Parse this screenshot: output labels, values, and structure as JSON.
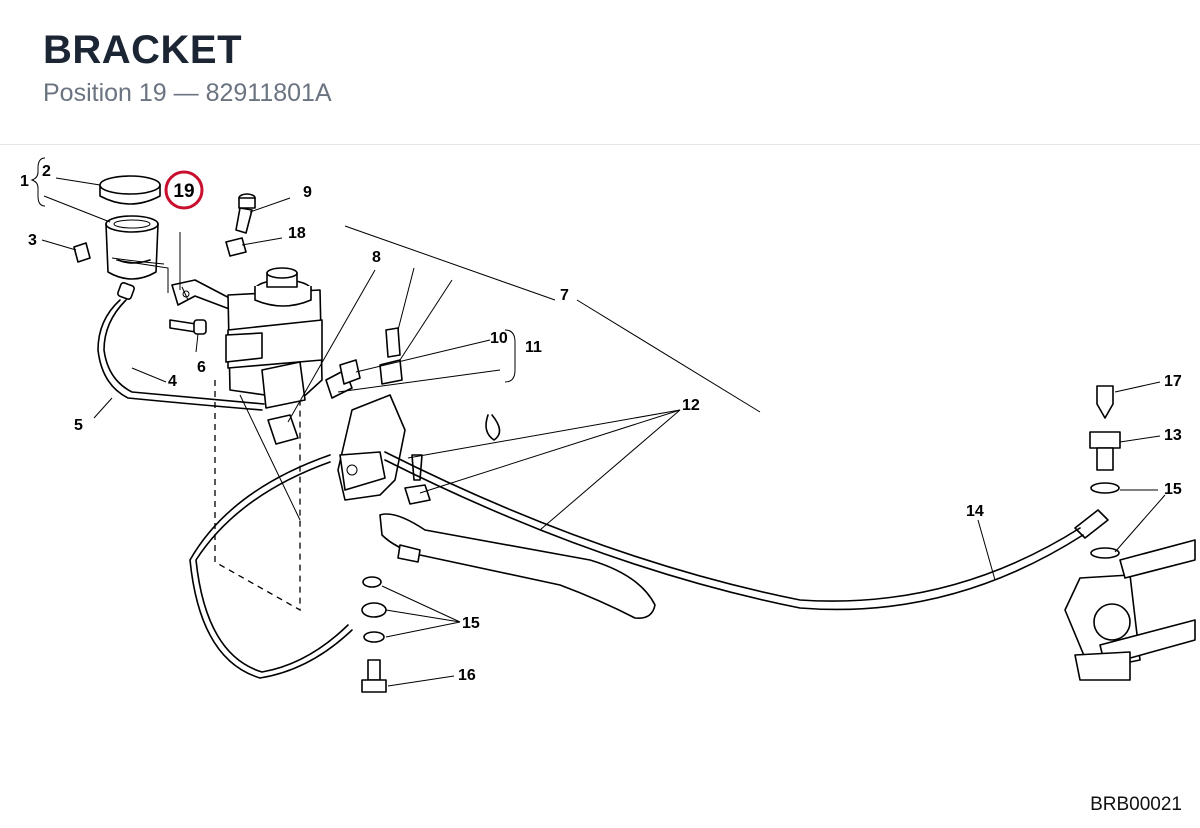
{
  "header": {
    "title": "BRACKET",
    "subtitle": "Position 19 — 82911801A"
  },
  "highlight": {
    "number": "19",
    "color": "#c8102e"
  },
  "callouts": {
    "c1": "1",
    "c2": "2",
    "c3": "3",
    "c4": "4",
    "c5": "5",
    "c6": "6",
    "c7": "7",
    "c8": "8",
    "c9": "9",
    "c10": "10",
    "c11": "11",
    "c12": "12",
    "c13": "13",
    "c14": "14",
    "c15a": "15",
    "c15b": "15",
    "c16": "16",
    "c17": "17",
    "c18": "18"
  },
  "diagram_code": "BRB00021"
}
